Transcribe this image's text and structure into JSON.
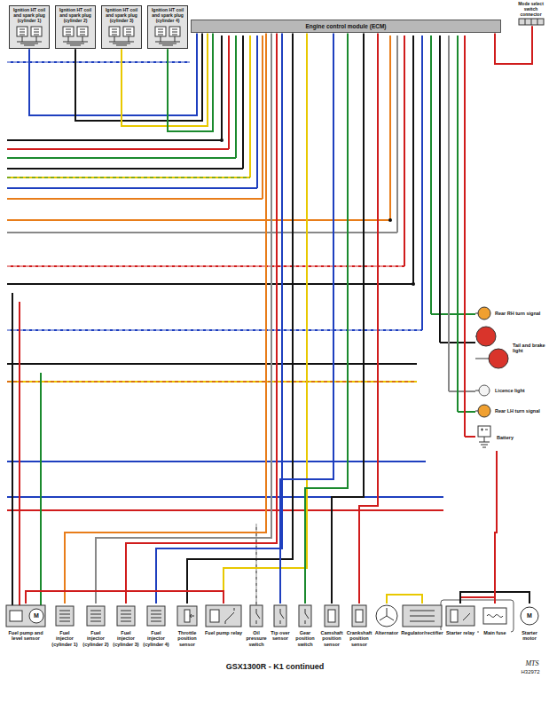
{
  "diagram": {
    "title": "GSX1300R - K1 continued",
    "nodes": [
      {
        "text": [
          "Ignition HT coil and spark plug (cylinder 1)"
        ]
      },
      {
        "text": [
          "Ignition HT coil and spark plug (cylinder 2)"
        ]
      },
      {
        "text": [
          "Ignition HT coil and spark plug (cylinder 3)"
        ]
      },
      {
        "text": [
          "Ignition HT coil and spark plug (cylinder 4)"
        ]
      },
      {
        "text": [
          "Engine control module (ECM)"
        ]
      },
      {
        "text": [
          "Mode select switch connector"
        ]
      },
      {
        "text": [
          "Rear RH turn signal"
        ]
      },
      {
        "text": [
          "Tail and brake light"
        ]
      },
      {
        "text": [
          "Licence light"
        ]
      },
      {
        "text": [
          "Rear LH turn signal"
        ]
      },
      {
        "text": [
          "Battery"
        ]
      },
      {
        "text": [
          "Fuel pump and level sensor"
        ]
      },
      {
        "text": [
          "Fuel injector (cylinder 1)"
        ]
      },
      {
        "text": [
          "Fuel injector (cylinder 2)"
        ]
      },
      {
        "text": [
          "Fuel injector (cylinder 3)"
        ]
      },
      {
        "text": [
          "Fuel injector (cylinder 4)"
        ]
      },
      {
        "text": [
          "Throttle position sensor"
        ]
      },
      {
        "text": [
          "Fuel pump relay"
        ]
      },
      {
        "text": [
          "Oil pressure switch"
        ]
      },
      {
        "text": [
          "Tip over sensor"
        ]
      },
      {
        "text": [
          "Gear position switch"
        ]
      },
      {
        "text": [
          "Camshaft position sensor"
        ]
      },
      {
        "text": [
          "Crankshaft position sensor"
        ]
      },
      {
        "text": [
          "Alternator"
        ]
      },
      {
        "text": [
          "Regulator/rectifier"
        ]
      },
      {
        "text": [
          "Starter relay"
        ]
      },
      {
        "text": [
          "Main fuse"
        ]
      },
      {
        "text": [
          "Starter motor"
        ]
      }
    ],
    "edges": [
      {
        "from": 4,
        "to": 0,
        "arrow": "none"
      },
      {
        "from": 4,
        "to": 1,
        "arrow": "none"
      },
      {
        "from": 4,
        "to": 2,
        "arrow": "none"
      },
      {
        "from": 4,
        "to": 3,
        "arrow": "none"
      },
      {
        "from": 4,
        "to": 5,
        "arrow": "none"
      },
      {
        "from": 4,
        "to": 12,
        "arrow": "none"
      },
      {
        "from": 4,
        "to": 13,
        "arrow": "none"
      },
      {
        "from": 4,
        "to": 14,
        "arrow": "none"
      },
      {
        "from": 4,
        "to": 15,
        "arrow": "none"
      },
      {
        "from": 4,
        "to": 16,
        "arrow": "none"
      },
      {
        "from": 4,
        "to": 17,
        "arrow": "none"
      },
      {
        "from": 4,
        "to": 19,
        "arrow": "none"
      },
      {
        "from": 4,
        "to": 20,
        "arrow": "none"
      },
      {
        "from": 4,
        "to": 21,
        "arrow": "none"
      },
      {
        "from": 4,
        "to": 22,
        "arrow": "none"
      },
      {
        "from": 17,
        "to": 11,
        "arrow": "none"
      },
      {
        "from": 23,
        "to": 24,
        "arrow": "none"
      },
      {
        "from": 25,
        "to": 26,
        "arrow": "none"
      },
      {
        "from": 25,
        "to": 27,
        "arrow": "none"
      },
      {
        "from": 26,
        "to": 10,
        "arrow": "none"
      }
    ],
    "labels": [
      "M",
      "M",
      "MTS",
      "H32972"
    ]
  }
}
